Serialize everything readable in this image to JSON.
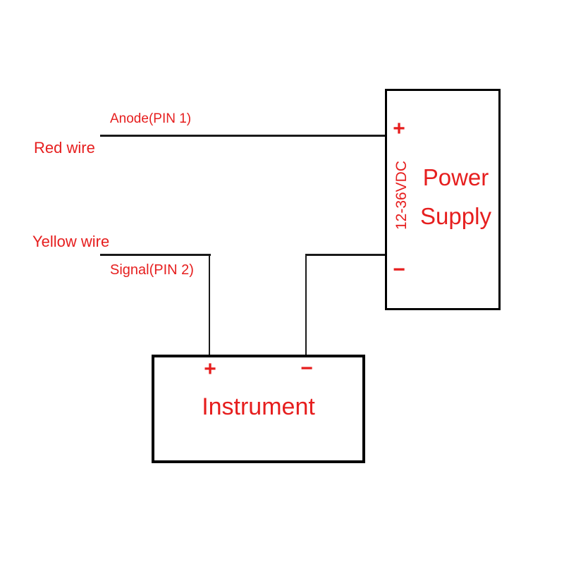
{
  "diagram": {
    "colors": {
      "background": "#ffffff",
      "wire": "#1a1a1a",
      "accent": "#e61e1e"
    },
    "labels": {
      "anode": "Anode(PIN 1)",
      "red_wire": "Red wire",
      "yellow_wire": "Yellow wire",
      "signal": "Signal(PIN 2)"
    },
    "power_supply": {
      "title_line1": "Power",
      "title_line2": "Supply",
      "voltage": "12-36VDC",
      "plus": "+",
      "minus": "−"
    },
    "instrument": {
      "title": "Instrument",
      "plus": "+",
      "minus": "−"
    }
  }
}
